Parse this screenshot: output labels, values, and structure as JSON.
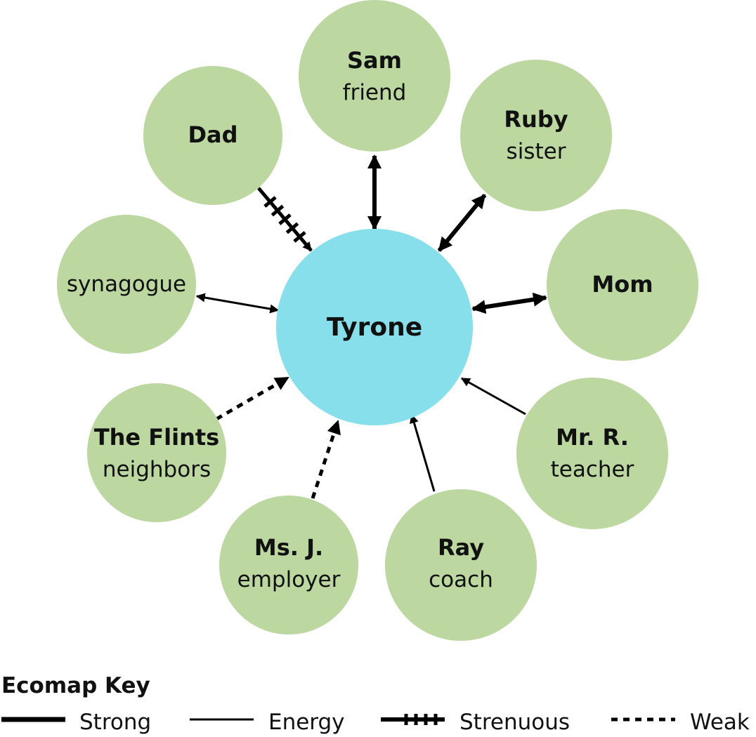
{
  "colors": {
    "center_fill": "#88DFEC",
    "node_fill": "#BCD7A0",
    "line": "#000000"
  },
  "center": {
    "name": "Tyrone"
  },
  "nodes": [
    {
      "id": "sam",
      "name": "Sam",
      "role": "friend",
      "link": "strong",
      "direction": "both"
    },
    {
      "id": "ruby",
      "name": "Ruby",
      "role": "sister",
      "link": "strong",
      "direction": "both"
    },
    {
      "id": "mom",
      "name": "Mom",
      "role": "",
      "link": "strong",
      "direction": "both"
    },
    {
      "id": "mr-r",
      "name": "Mr. R.",
      "role": "teacher",
      "link": "energy",
      "direction": "to-center"
    },
    {
      "id": "ray",
      "name": "Ray",
      "role": "coach",
      "link": "energy",
      "direction": "to-center"
    },
    {
      "id": "ms-j",
      "name": "Ms. J.",
      "role": "employer",
      "link": "weak",
      "direction": "to-center"
    },
    {
      "id": "the-flints",
      "name": "The Flints",
      "role": "neighbors",
      "link": "weak",
      "direction": "to-center"
    },
    {
      "id": "synagogue",
      "name": "",
      "role": "synagogue",
      "link": "energy",
      "direction": "both"
    },
    {
      "id": "dad",
      "name": "Dad",
      "role": "",
      "link": "strenuous",
      "direction": "to-center"
    }
  ],
  "key": {
    "title": "Ecomap Key",
    "items": [
      {
        "type": "strong",
        "label": "Strong"
      },
      {
        "type": "energy",
        "label": "Energy"
      },
      {
        "type": "strenuous",
        "label": "Strenuous"
      },
      {
        "type": "weak",
        "label": "Weak"
      }
    ]
  }
}
